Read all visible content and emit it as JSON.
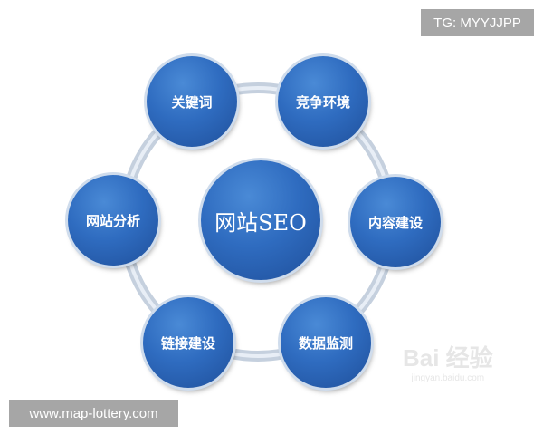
{
  "center": {
    "label": "网站SEO"
  },
  "satellites": [
    {
      "label": "关键词"
    },
    {
      "label": "竞争环境"
    },
    {
      "label": "内容建设"
    },
    {
      "label": "数据监测"
    },
    {
      "label": "链接建设"
    },
    {
      "label": "网站分析"
    }
  ],
  "watermark": {
    "brand": "Bai 经验",
    "url": "jingyan.baidu.com"
  },
  "tag_top": "TG: MYYJJPP",
  "tag_bottom": "www.map-lottery.com",
  "colors": {
    "node": "#2f6cc0",
    "ring": "#c5d0de",
    "tag": "#a6a6a6"
  }
}
